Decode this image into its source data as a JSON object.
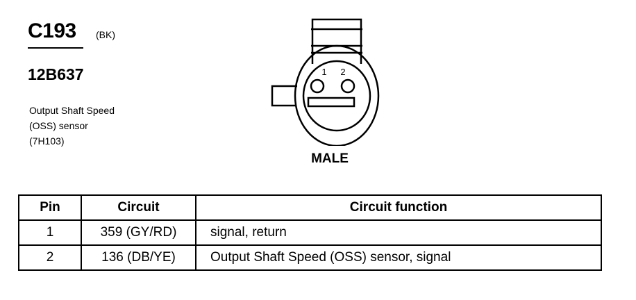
{
  "header": {
    "connector_id": "C193",
    "connector_color": "(BK)",
    "part_number": "12B637",
    "description_lines": [
      "Output Shaft Speed",
      "(OSS) sensor",
      "(7H103)"
    ]
  },
  "diagram": {
    "pin_labels": [
      "1",
      "2"
    ],
    "gender": "MALE"
  },
  "table": {
    "headers": [
      "Pin",
      "Circuit",
      "Circuit function"
    ],
    "rows": [
      {
        "pin": "1",
        "circuit": "359 (GY/RD)",
        "function": "signal, return"
      },
      {
        "pin": "2",
        "circuit": "136 (DB/YE)",
        "function": "Output Shaft Speed (OSS) sensor, signal"
      }
    ]
  }
}
